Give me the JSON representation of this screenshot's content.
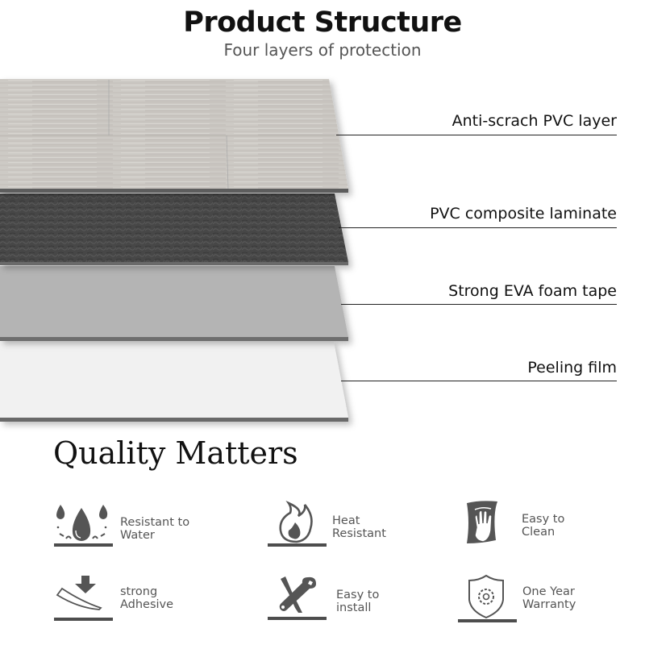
{
  "header": {
    "title": "Product Structure",
    "subtitle": "Four layers of protection"
  },
  "layers": [
    {
      "label": "Anti-scrach PVC layer",
      "name": "wood-pvc-layer",
      "color": "#c9c6c0"
    },
    {
      "label": "PVC composite laminate",
      "name": "composite-laminate-layer",
      "color": "#4a4a4a"
    },
    {
      "label": "Strong EVA foam tape",
      "name": "eva-foam-layer",
      "color": "#b4b4b4"
    },
    {
      "label": "Peeling film",
      "name": "peeling-film-layer",
      "color": "#f1f1f1"
    }
  ],
  "quality": {
    "title": "Quality Matters",
    "features": [
      {
        "icon": "water-drops-icon",
        "text": "Resistant to\nWater"
      },
      {
        "icon": "flame-icon",
        "text": "Heat\nResistant"
      },
      {
        "icon": "hand-wipe-icon",
        "text": "Easy to\nClean"
      },
      {
        "icon": "adhesive-press-icon",
        "text": "strong\nAdhesive"
      },
      {
        "icon": "tools-icon",
        "text": "Easy to\ninstall"
      },
      {
        "icon": "shield-gear-icon",
        "text": "One Year\nWarranty"
      }
    ]
  },
  "colors": {
    "icon": "#555555",
    "text": "#111111",
    "subtext": "#555555"
  }
}
